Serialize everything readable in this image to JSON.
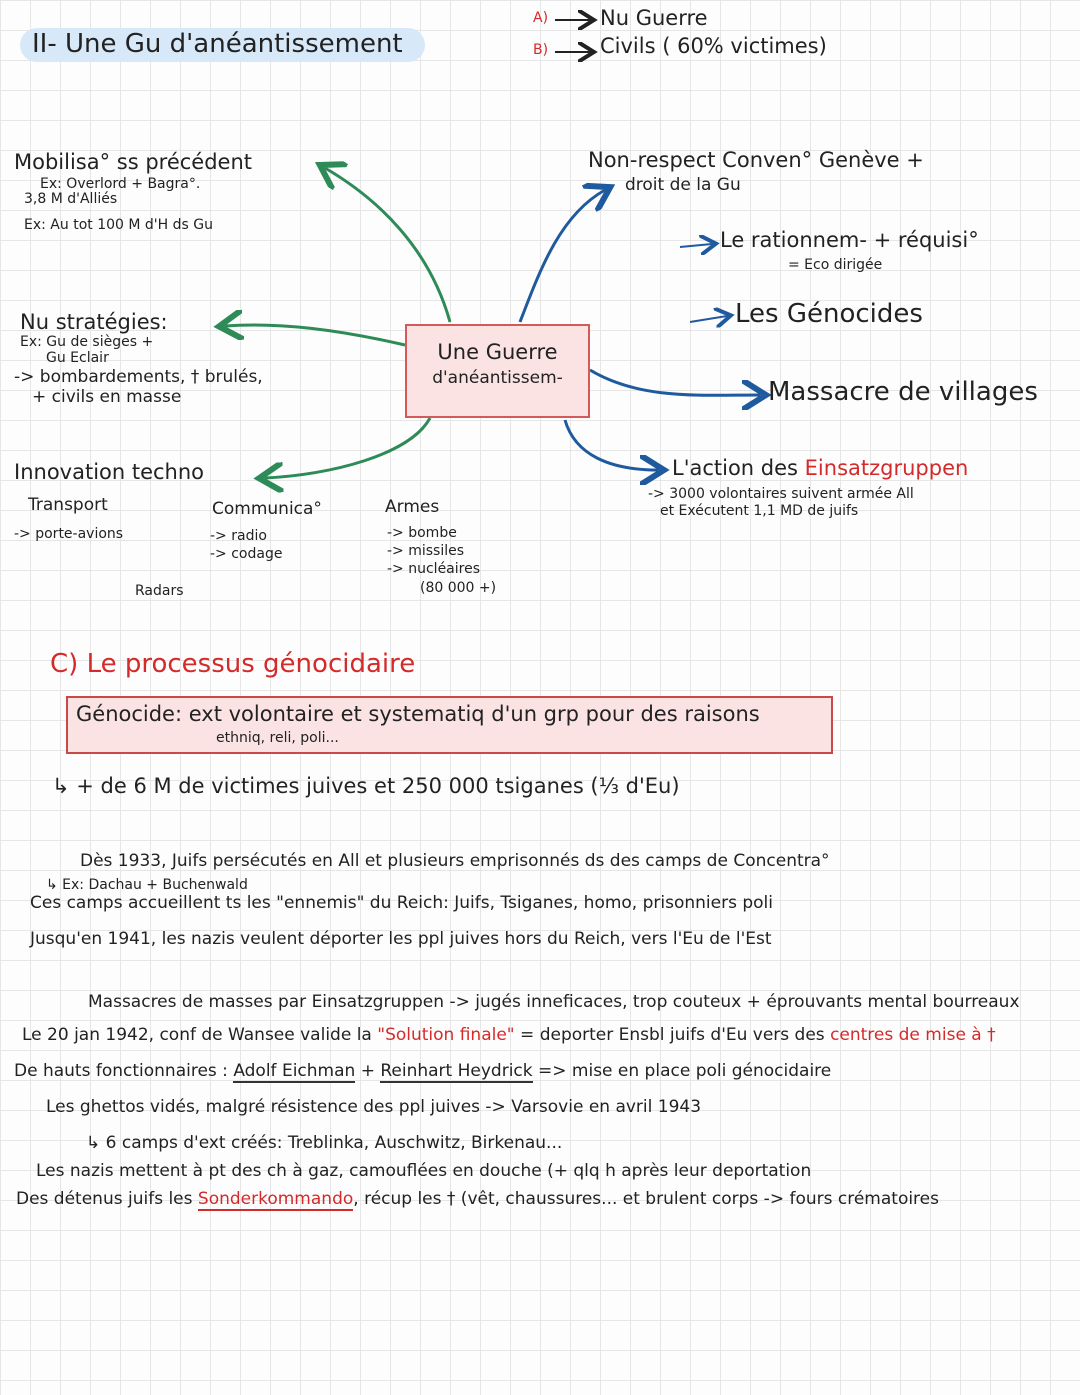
{
  "title": "II- Une Gu d'anéantissement",
  "top_right": {
    "a_label": "A)",
    "a_text": "Nu Guerre",
    "b_label": "B)",
    "b_text": "Civils  ( 60% victimes)"
  },
  "center": {
    "line1": "Une Guerre",
    "line2": "d'anéantissem-"
  },
  "left": {
    "mobilisation": {
      "title": "Mobilisa° ss précédent",
      "ex1": "Ex: Overlord + Bagra°.",
      "ex1b": "3,8 M d'Alliés",
      "ex2": "Ex: Au tot 100 M d'H ds Gu"
    },
    "strategies": {
      "title": "Nu stratégies:",
      "l1": "Ex: Gu de sièges +",
      "l2": "Gu Eclair",
      "l3": "-> bombardements, † brulés,",
      "l4": "+ civils en masse"
    },
    "innovation": {
      "title": "Innovation techno",
      "transport": "Transport",
      "transport_sub": "-> porte-avions",
      "communication": "Communica°",
      "comm1": "-> radio",
      "comm2": "-> codage",
      "radars": "Radars",
      "armes": "Armes",
      "armes1": "-> bombe",
      "armes2": "-> missiles",
      "armes3": "-> nucléaires",
      "armes4": "(80 000 +)"
    }
  },
  "right": {
    "nonrespect1": "Non-respect Conven° Genève +",
    "nonrespect2": "droit de la Gu",
    "rationnement1": "Le rationnem- + réquisi°",
    "rationnement2": "= Eco dirigée",
    "genocides": "Les Génocides",
    "massacre": "Massacre de villages",
    "action_prefix": "L'action des ",
    "action_red": "Einsatzgruppen",
    "action2": "-> 3000 volontaires suivent armée All",
    "action3": "et Exécutent 1,1 MD de juifs"
  },
  "section_c": {
    "title": "C) Le processus génocidaire",
    "def1": "Génocide: ext volontaire et systematiq d'un grp pour des raisons",
    "def2": "ethniq, reli, poli...",
    "victims": "↳ + de 6 M de victimes juives et 250 000 tsiganes (⅓ d'Eu)"
  },
  "paragraph1": {
    "l1": "Dès 1933, Juifs persécutés en All et plusieurs emprisonnés ds des camps de Concentra°",
    "l2a": "↳ Ex: Dachau + Buchenwald",
    "l2": "Ces camps accueillent ts les \"ennemis\" du Reich: Juifs, Tsiganes, homo, prisonniers poli",
    "l3": "Jusqu'en 1941, les nazis veulent déporter les ppl juives hors du Reich, vers l'Eu de l'Est"
  },
  "paragraph2": {
    "l1": "Massacres de masses par Einsatzgruppen -> jugés inneficaces, trop couteux + éprouvants mental bourreaux",
    "l2_pre": "Le 20 jan 1942, conf de Wansee valide la ",
    "l2_red1": "\"Solution finale\"",
    "l2_mid": " = deporter Ensbl juifs d'Eu vers des ",
    "l2_red2": "centres de mise à †",
    "l3_pre": "De hauts fonctionnaires : ",
    "l3_name1": "Adolf Eichman",
    "l3_plus": " + ",
    "l3_name2": "Reinhart Heydrick",
    "l3_post": " => mise en place poli génocidaire",
    "l4": "Les ghettos vidés, malgré résistence des ppl juives -> Varsovie en avril 1943",
    "l5": "↳ 6 camps d'ext créés: Treblinka, Auschwitz, Birkenau...",
    "l6": "Les nazis mettent à pt des ch à gaz, camouflées en douche (+ qlq h après leur deportation",
    "l7_pre": "Des détenus juifs les ",
    "l7_red": "Sonderkommando",
    "l7_post": ", récup les † (vêt, chaussures... et brulent corps -> fours crématoires"
  },
  "colors": {
    "green": "#2e8b57",
    "blue": "#1f5a9e",
    "red": "#d42a2a",
    "pink": "#fbe3e3",
    "highlight": "#d7e8f8"
  }
}
